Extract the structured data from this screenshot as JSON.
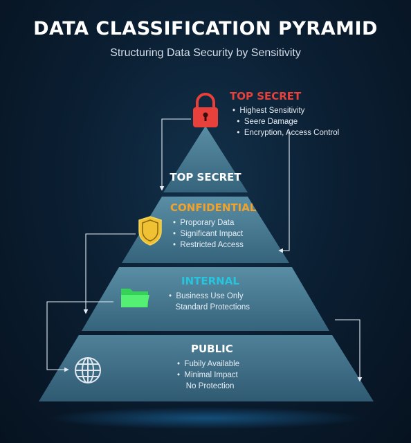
{
  "header": {
    "title": "DATA CLASSIFICATION PYRAMID",
    "subtitle": "Structuring Data Security by Sensitivity"
  },
  "colors": {
    "top_secret": "#e8413b",
    "confidential": "#f0a22a",
    "internal": "#27c4de",
    "public": "#ffffff",
    "pyramid": "#3f6f86"
  },
  "top_secret": {
    "callout_title": "TOP SECRET",
    "bullets": [
      "Highest Sensitivity",
      "Seere Damage",
      "Encryption, Access Control"
    ],
    "tier_label": "TOP SECRET",
    "icon": "lock-icon"
  },
  "confidential": {
    "title": "CONFIDENTIAL",
    "bullets": [
      "Proporary Data",
      "Significant Impact",
      "Restricted Access"
    ],
    "icon": "shield-icon"
  },
  "internal": {
    "title": "INTERNAL",
    "bullets": [
      "Business Use Only",
      "Standard Protections"
    ],
    "icon": "folder-icon"
  },
  "public": {
    "title": "PUBLIC",
    "bullets": [
      "Fubily Available",
      "Minimal Impact",
      "No Protection"
    ],
    "icon": "globe-icon"
  }
}
